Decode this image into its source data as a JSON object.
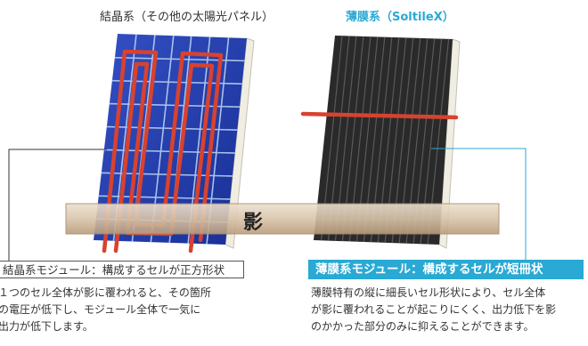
{
  "titles": {
    "left": "結晶系（その他の太陽光パネル）",
    "right": "薄膜系（SoltileX）"
  },
  "shadow_label": "影",
  "left_panel": {
    "heading": "結晶系モジュール：構成するセルが正方形状",
    "description": [
      "１つのセル全体が影に覆われると、その箇所",
      "の電圧が低下し、モジュール全体で一気に",
      "出力が低下します。"
    ]
  },
  "right_panel": {
    "heading": "薄膜系モジュール：構成するセルが短冊状",
    "description": [
      "薄膜特有の縦に細長いセル形状により、セル全体",
      "が影に覆われることが起こりにくく、出力低下を影",
      "のかかった部分のみに抑えることができます。"
    ]
  },
  "colors": {
    "accent": "#29a9d4",
    "crystalline_cell": "#1f3aa8",
    "thin_film_cell": "#2a2a2a",
    "current_path": "#d8422e",
    "shadow_bar": "#d9c4aa"
  }
}
